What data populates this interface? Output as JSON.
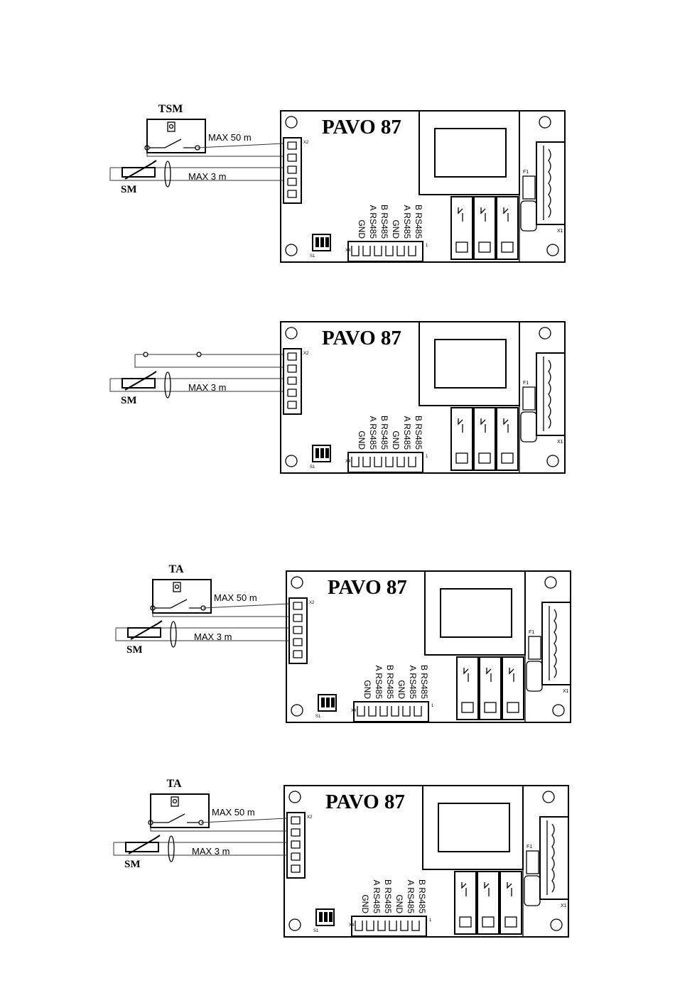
{
  "board": {
    "title": "PAVO 87",
    "x2_label": "X2",
    "x1_label": "X1",
    "x4_label": "X4",
    "f1_label": "F1",
    "s1_label": "S1",
    "pin1_label": "1",
    "terminals": [
      "B RS485",
      "A RS485",
      "GND",
      "B RS485",
      "A RS485",
      "GND"
    ]
  },
  "sensor_label": "SM",
  "diagrams": [
    {
      "thermostat": "TSM",
      "thermostat_cable": "MAX 50  m",
      "sensor_cable": "MAX 3 m",
      "variant": "full"
    },
    {
      "thermostat": "",
      "thermostat_cable": "",
      "sensor_cable": "MAX 3 m",
      "variant": "jumper"
    },
    {
      "thermostat": "TA",
      "thermostat_cable": "MAX 50  m",
      "sensor_cable": "MAX 3 m",
      "variant": "full"
    },
    {
      "thermostat": "TA",
      "thermostat_cable": "MAX 50  m",
      "sensor_cable": "MAX 3 m",
      "variant": "full"
    }
  ]
}
